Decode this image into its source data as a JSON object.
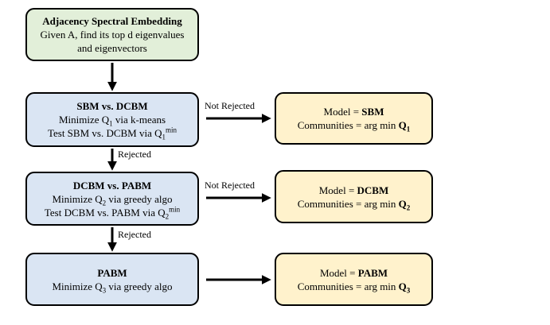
{
  "start": {
    "title": "Adjacency Spectral Embedding",
    "line1": "Given A, find its top d eigenvalues",
    "line2": "and eigenvectors"
  },
  "sbm_test": {
    "title": "SBM vs. DCBM",
    "l1_pre": "Minimize Q",
    "l1_sub": "1",
    "l1_post": " via k-means",
    "l2_pre": "Test SBM vs. DCBM via Q",
    "l2_sub": "1",
    "l2_sup": "min"
  },
  "dcbm_test": {
    "title": "DCBM vs. PABM",
    "l1_pre": "Minimize Q",
    "l1_sub": "2",
    "l1_post": " via greedy algo",
    "l2_pre": "Test DCBM vs. PABM via Q",
    "l2_sub": "2",
    "l2_sup": "min"
  },
  "pabm_step": {
    "title": "PABM",
    "l1_pre": "Minimize Q",
    "l1_sub": "3",
    "l1_post": " via greedy algo"
  },
  "results": [
    {
      "model_pre": "Model = ",
      "model": "SBM",
      "comm_pre": "Communities = arg min ",
      "q": "Q",
      "q_sub": "1"
    },
    {
      "model_pre": "Model = ",
      "model": "DCBM",
      "comm_pre": "Communities = arg min ",
      "q": "Q",
      "q_sub": "2"
    },
    {
      "model_pre": "Model = ",
      "model": "PABM",
      "comm_pre": "Communities = arg min ",
      "q": "Q",
      "q_sub": "3"
    }
  ],
  "labels": {
    "not_rejected_1": "Not Rejected",
    "not_rejected_2": "Not Rejected",
    "rejected_1": "Rejected",
    "rejected_2": "Rejected"
  },
  "colors": {
    "start_fill": "#e2efd9",
    "test_fill": "#dae5f3",
    "result_fill": "#fff2cc",
    "border": "#000000"
  }
}
